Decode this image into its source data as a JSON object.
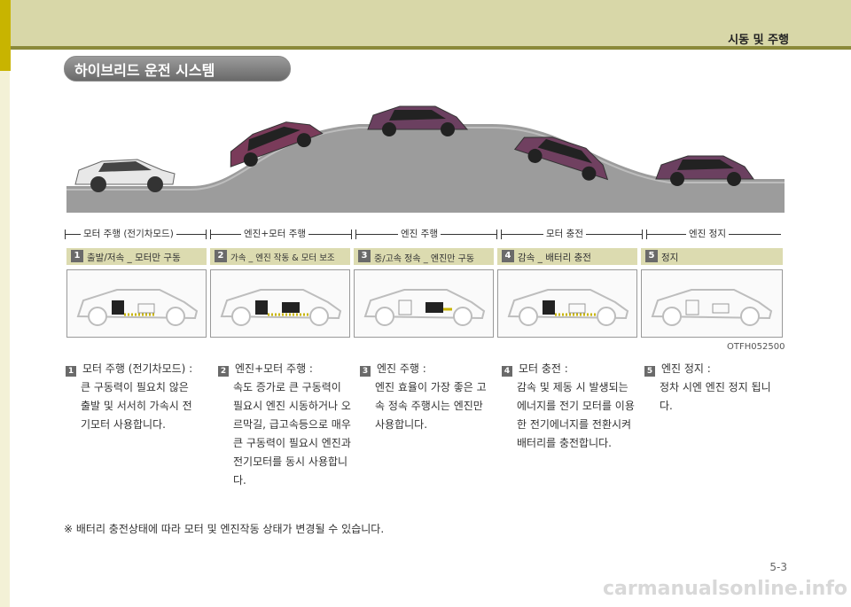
{
  "header": {
    "section": "시동 및 주행"
  },
  "title": "하이브리드 운전 시스템",
  "stages": [
    "모터 주행 (전기차모드)",
    "엔진+모터 주행",
    "엔진 주행",
    "모터 충전",
    "엔진 정지"
  ],
  "conditions": [
    {
      "num": "1",
      "label": "출발/저속 _ 모터만 구동"
    },
    {
      "num": "2",
      "label": "가속 _ 엔진 작동 & 모터 보조"
    },
    {
      "num": "3",
      "label": "중/고속 정속 _ 엔진만 구동"
    },
    {
      "num": "4",
      "label": "감속 _ 배터리 충전"
    },
    {
      "num": "5",
      "label": "정지"
    }
  ],
  "figure_code": "OTFH052500",
  "descriptions": [
    {
      "num": "1",
      "title": "모터 주행 (전기차모드) :",
      "body": "큰 구동력이 필요치 않은 출발 및 서서히 가속시 전기모터 사용합니다."
    },
    {
      "num": "2",
      "title": "엔진+모터 주행 :",
      "body": "속도 증가로 큰 구동력이 필요시 엔진 시동하거나 오르막길, 급고속등으로 매우 큰 구동력이 필요시 엔진과 전기모터를 동시 사용합니다."
    },
    {
      "num": "3",
      "title": "엔진 주행 :",
      "body": "엔진 효율이 가장 좋은 고속 정속 주행시는 엔진만 사용합니다."
    },
    {
      "num": "4",
      "title": "모터 충전 :",
      "body": "감속 및 제동 시 발생되는 에너지를 전기 모터를 이용한 전기에너지를 전환시켜 배터리를 충전합니다."
    },
    {
      "num": "5",
      "title": "엔진 정지 :",
      "body": "정차 시엔 엔진 정지 됩니다."
    }
  ],
  "note": "※ 배터리 충전상태에 따라 모터 및 엔진작동 상태가 변경될 수 있습니다.",
  "page_number": "5-3",
  "watermark": "carmanualsonline.info",
  "colors": {
    "header_band": "#d8d7a8",
    "accent_bar": "#c8b400",
    "label_band": "#dcdbb0"
  }
}
